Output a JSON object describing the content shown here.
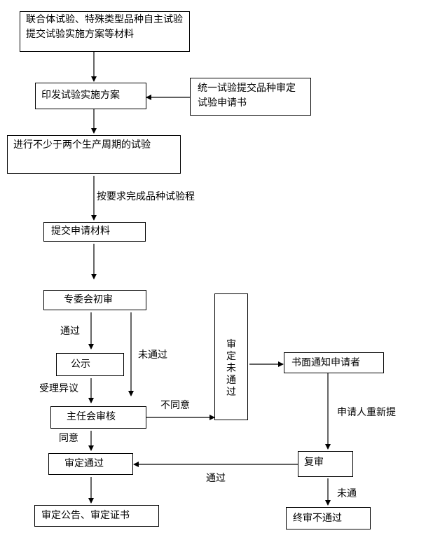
{
  "nodes": {
    "start": "联合体试验、特殊类型品种自主试验提交试验实施方案等材料",
    "unified": "统一试验提交品种审定试验申请书",
    "issue_plan": "印发试验实施方案",
    "trials": "进行不少于两个生产周期的试验",
    "submit": "提交申请材料",
    "committee": "专委会初审",
    "publicity": "公示",
    "director": "主任会审核",
    "approved": "审定通过",
    "announce": "审定公告、审定证书",
    "not_approved": "审定未通过",
    "notify": "书面通知申请者",
    "review": "复审",
    "final_fail": "终审不通过"
  },
  "edge_labels": {
    "complete_procedure": "按要求完成品种试验程",
    "pass1": "通过",
    "not_pass": "未通过",
    "objection": "受理异议",
    "disagree": "不同意",
    "agree": "同意",
    "reapply": "申请人重新提",
    "pass2": "通过",
    "fail_short": "未通"
  }
}
